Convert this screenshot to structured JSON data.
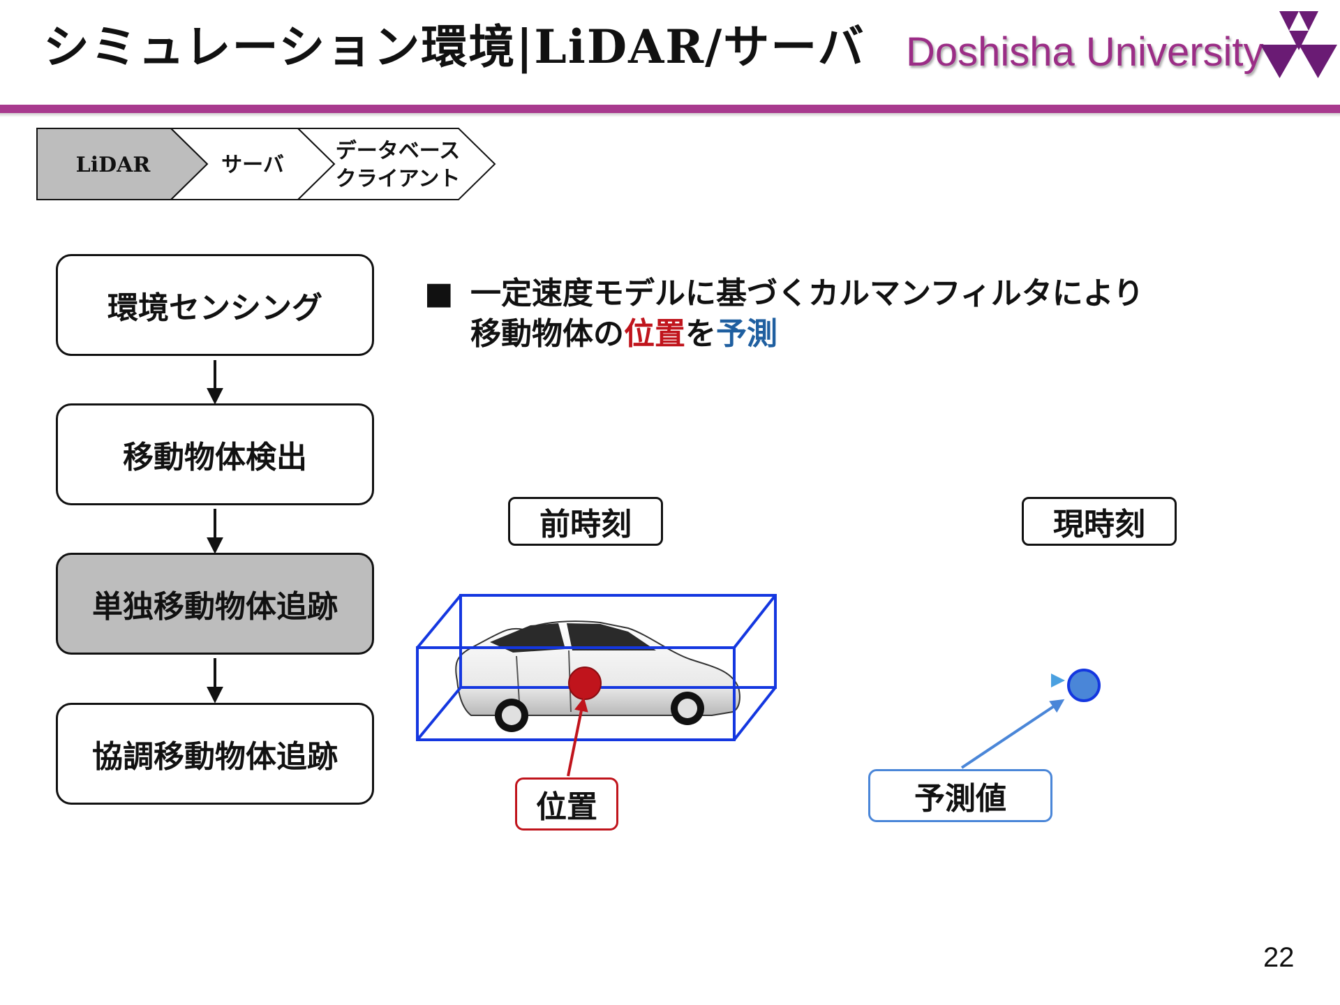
{
  "header": {
    "title": "シミュレーション環境|LiDAR/サーバ",
    "organization": "Doshisha University",
    "accent_color": "#a83a8e"
  },
  "steps": [
    {
      "label": "LiDAR",
      "active": true
    },
    {
      "label": "サーバ",
      "active": false
    },
    {
      "label_line1": "データベース",
      "label_line2": "クライアント",
      "active": false
    }
  ],
  "flow": [
    {
      "label": "環境センシング",
      "active": false
    },
    {
      "label": "移動物体検出",
      "active": false
    },
    {
      "label": "単独移動物体追跡",
      "active": true
    },
    {
      "label": "協調移動物体追跡",
      "active": false
    }
  ],
  "bullet": {
    "marker": "■",
    "line1": "一定速度モデルに基づくカルマンフィルタにより",
    "line2_prefix": "移動物体の",
    "highlight_position": "位置",
    "line2_mid": "を",
    "highlight_predict": "予測"
  },
  "diagram": {
    "prev_time_label": "前時刻",
    "curr_time_label": "現時刻",
    "position_label": "位置",
    "prediction_label": "予測値",
    "colors": {
      "position": "#c0141c",
      "prediction": "#4a86d8",
      "bounding_box": "#1437e0"
    }
  },
  "page_number": "22"
}
